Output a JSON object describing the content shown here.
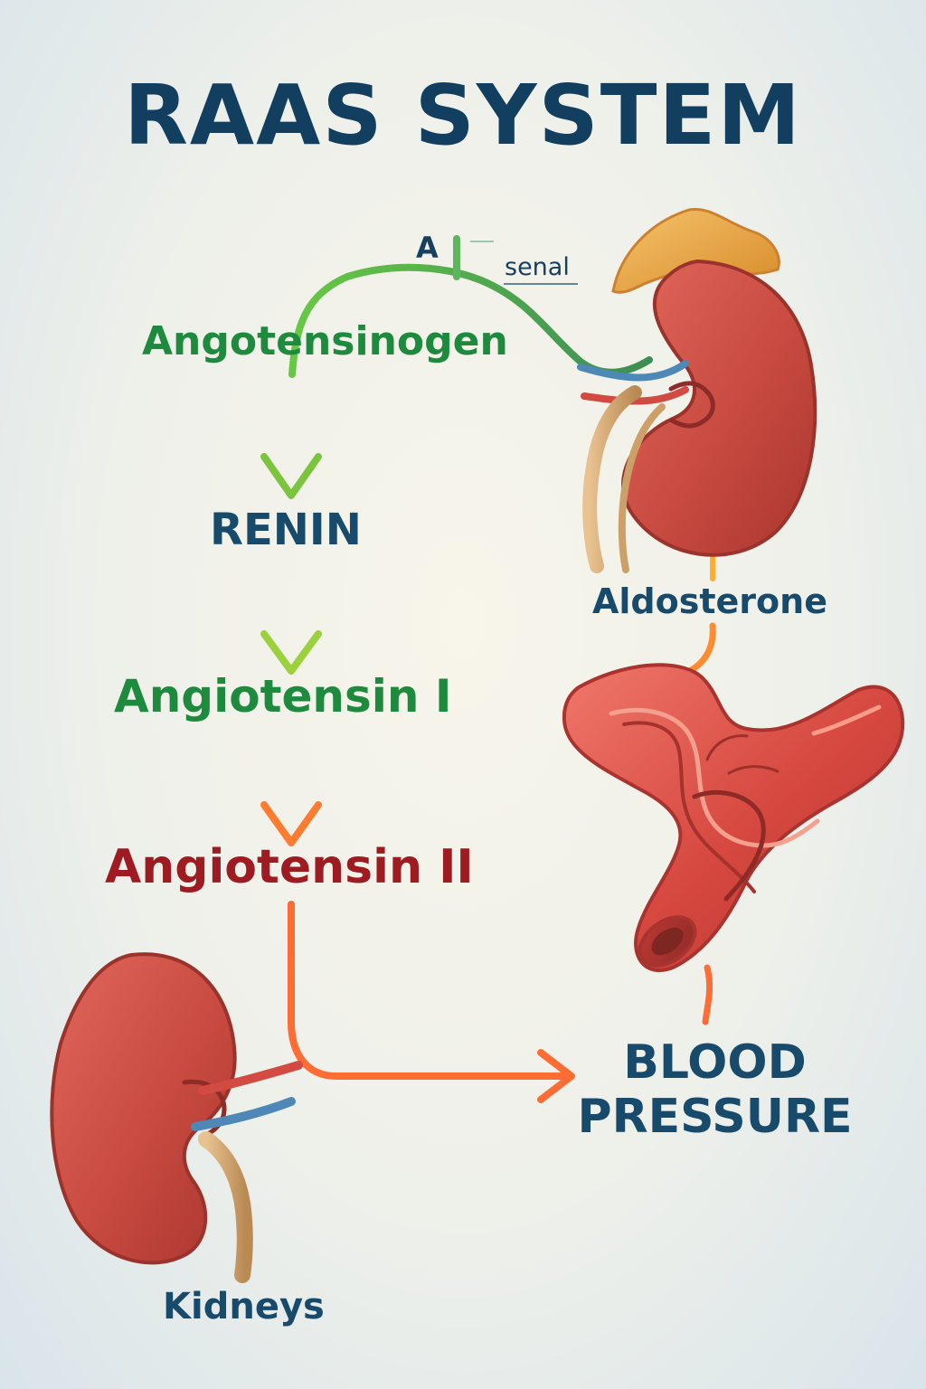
{
  "diagram": {
    "title": "RAAS SYSTEM",
    "top_fragment_left": "A",
    "top_fragment_right": "senal",
    "steps": {
      "angotensinogen": "Angotensinogen",
      "renin": "RENIN",
      "angiotensin_i": "Angiotensin I",
      "angiotensin_ii": "Angiotensin II",
      "aldosterone": "Aldosterone",
      "blood_pressure_line_1": "BLOOD",
      "blood_pressure_line_2": "PRESSURE",
      "kidneys": "Kidneys"
    },
    "colors": {
      "title": "#123f5f",
      "green": "#1d8a3d",
      "lime": "#9bd13d",
      "orange": "#ff7b2f",
      "red": "#e64b34",
      "dark_red": "#9e1b22",
      "kidney": "#c94b3f",
      "vessel": "#d24b42",
      "vein": "#4e88b7",
      "ureter": "#d7b07a",
      "adrenal": "#e4a03d"
    },
    "icons": [
      "adrenal-kidney-icon",
      "kidney-icon",
      "blood-vessel-icon",
      "arrow-down-icon",
      "arrow-right-icon"
    ]
  }
}
